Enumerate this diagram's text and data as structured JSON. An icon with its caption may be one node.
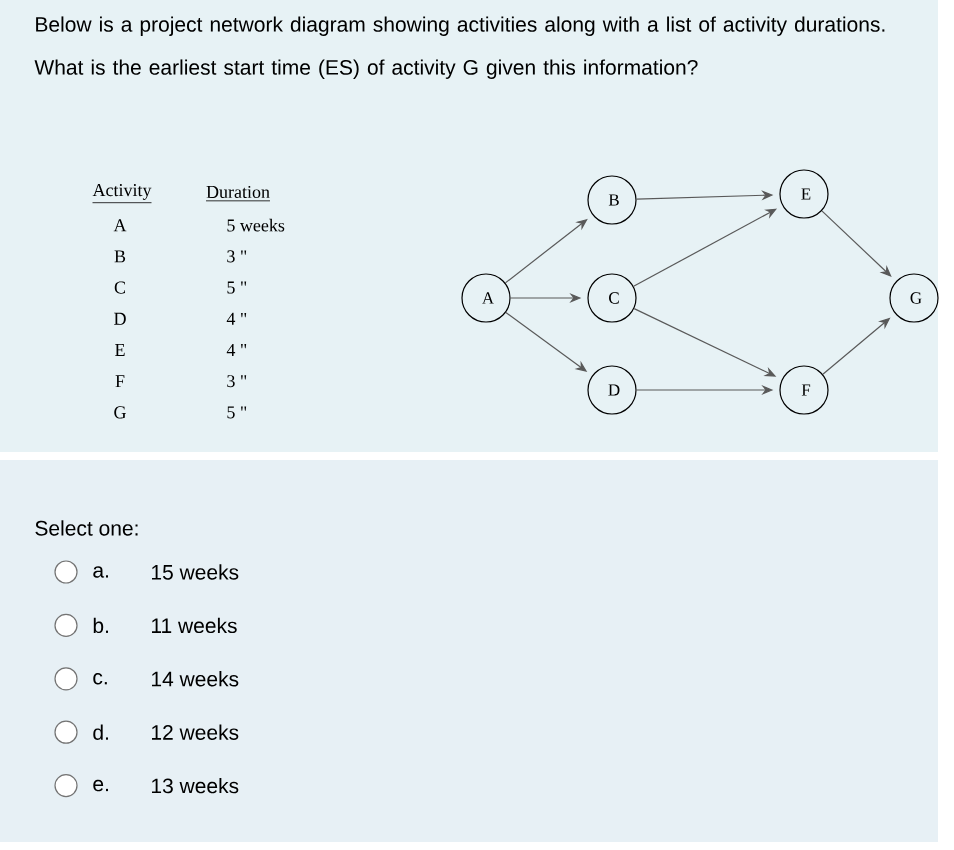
{
  "diagram": {
    "title": "Below is a project network diagram showing activities along with a list of activity durations. What is the earliest start time (ES) of activity G given this information?",
    "nodes": [
      {
        "text": [
          "A"
        ]
      },
      {
        "text": [
          "B"
        ]
      },
      {
        "text": [
          "C"
        ]
      },
      {
        "text": [
          "D"
        ]
      },
      {
        "text": [
          "E"
        ]
      },
      {
        "text": [
          "F"
        ]
      },
      {
        "text": [
          "G"
        ]
      }
    ],
    "edges": [
      {
        "from": 0,
        "to": 1,
        "arrow": "to"
      },
      {
        "from": 0,
        "to": 2,
        "arrow": "to"
      },
      {
        "from": 0,
        "to": 3,
        "arrow": "to"
      },
      {
        "from": 1,
        "to": 4,
        "arrow": "to"
      },
      {
        "from": 2,
        "to": 4,
        "arrow": "to"
      },
      {
        "from": 2,
        "to": 5,
        "arrow": "to"
      },
      {
        "from": 3,
        "to": 5,
        "arrow": "to"
      },
      {
        "from": 4,
        "to": 6,
        "arrow": "to"
      },
      {
        "from": 5,
        "to": 6,
        "arrow": "to"
      }
    ],
    "labels": [
      "Activity",
      "Duration",
      "A",
      "5 weeks",
      "B",
      "3 \"",
      "C",
      "5 \"",
      "D",
      "4 \"",
      "E",
      "4 \"",
      "F",
      "3 \"",
      "G",
      "5 \"",
      "Select one:",
      "a.",
      "15 weeks",
      "b.",
      "11 weeks",
      "c.",
      "14 weeks",
      "d.",
      "12 weeks",
      "e.",
      "13 weeks"
    ]
  }
}
